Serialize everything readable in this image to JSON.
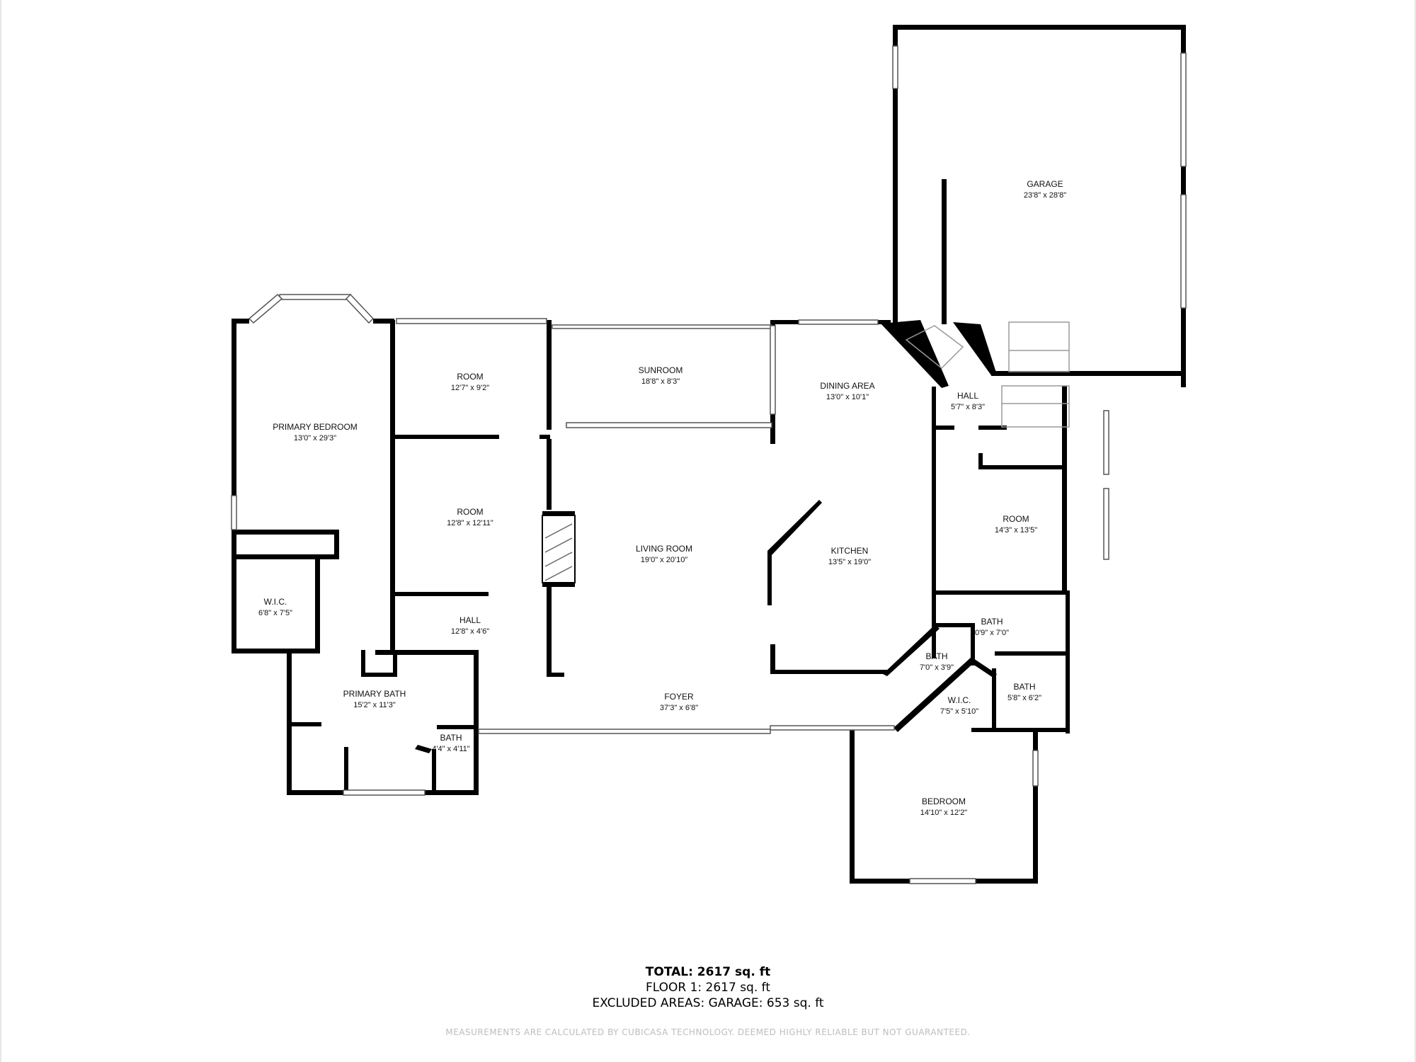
{
  "rooms": [
    {
      "id": "garage",
      "name": "GARAGE",
      "dims": "23'8\" x 28'8\""
    },
    {
      "id": "primary-bedroom",
      "name": "PRIMARY BEDROOM",
      "dims": "13'0\" x 29'3\""
    },
    {
      "id": "room-1",
      "name": "ROOM",
      "dims": "12'7\" x 9'2\""
    },
    {
      "id": "sunroom",
      "name": "SUNROOM",
      "dims": "18'8\" x 8'3\""
    },
    {
      "id": "dining-area",
      "name": "DINING AREA",
      "dims": "13'0\" x 10'1\""
    },
    {
      "id": "hall-1",
      "name": "HALL",
      "dims": "5'7\" x 8'3\""
    },
    {
      "id": "room-2",
      "name": "ROOM",
      "dims": "12'8\" x 12'11\""
    },
    {
      "id": "living-room",
      "name": "LIVING ROOM",
      "dims": "19'0\" x 20'10\""
    },
    {
      "id": "kitchen",
      "name": "KITCHEN",
      "dims": "13'5\" x 19'0\""
    },
    {
      "id": "room-3",
      "name": "ROOM",
      "dims": "14'3\" x 13'5\""
    },
    {
      "id": "wic-1",
      "name": "W.I.C.",
      "dims": "6'8\" x 7'5\""
    },
    {
      "id": "hall-2",
      "name": "HALL",
      "dims": "12'8\" x 4'6\""
    },
    {
      "id": "bath-1",
      "name": "BATH",
      "dims": "0'9\" x 7'0\""
    },
    {
      "id": "bath-2",
      "name": "BATH",
      "dims": "7'0\" x 3'9\""
    },
    {
      "id": "primary-bath",
      "name": "PRIMARY BATH",
      "dims": "15'2\" x 11'3\""
    },
    {
      "id": "foyer",
      "name": "FOYER",
      "dims": "37'3\" x 6'8\""
    },
    {
      "id": "wic-2",
      "name": "W.I.C.",
      "dims": "7'5\" x 5'10\""
    },
    {
      "id": "bath-3",
      "name": "BATH",
      "dims": "5'8\" x 6'2\""
    },
    {
      "id": "bath-4",
      "name": "BATH",
      "dims": "4'4\" x 4'11\""
    },
    {
      "id": "bedroom",
      "name": "BEDROOM",
      "dims": "14'10\" x 12'2\""
    }
  ],
  "summary": {
    "total_label": "TOTAL: 2617 sq. ft",
    "floor_line": "FLOOR 1: 2617 sq. ft",
    "excluded_line": "EXCLUDED AREAS: GARAGE: 653 sq. ft"
  },
  "disclaimer": "MEASUREMENTS ARE CALCULATED BY CUBICASA TECHNOLOGY. DEEMED HIGHLY RELIABLE BUT NOT GUARANTEED.",
  "colors": {
    "wall": "#000000",
    "disclaimer": "#bdbdbd"
  }
}
